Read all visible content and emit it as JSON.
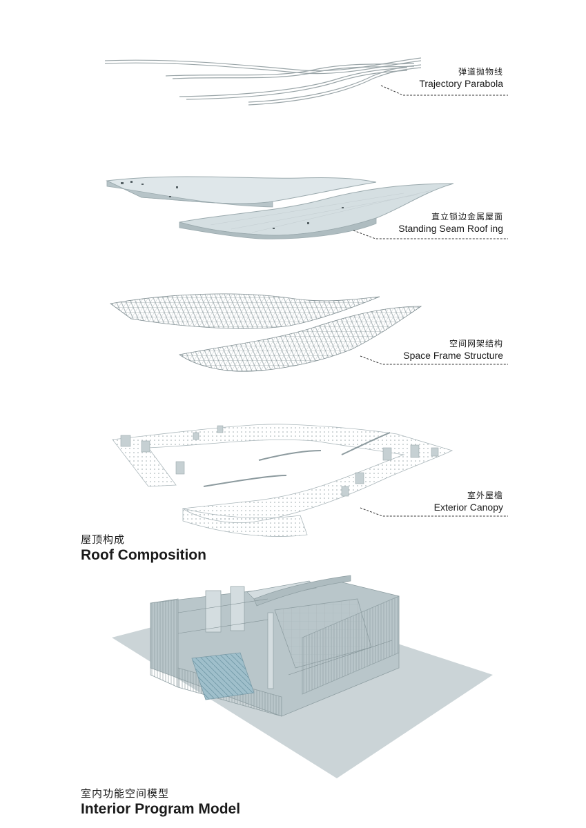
{
  "layers": [
    {
      "id": "trajectory",
      "cn": "弹道抛物线",
      "en": "Trajectory Parabola"
    },
    {
      "id": "roof",
      "cn": "直立锁边金属屋面",
      "en": "Standing Seam Roof ing"
    },
    {
      "id": "frame",
      "cn": "空间网架结构",
      "en": "Space Frame Structure"
    },
    {
      "id": "canopy",
      "cn": "室外屋檐",
      "en": "Exterior Canopy"
    }
  ],
  "sections": {
    "roof_composition": {
      "cn": "屋顶构成",
      "en": "Roof Composition"
    },
    "interior_model": {
      "cn": "室内功能空间模型",
      "en": "Interior Program Model"
    }
  },
  "colors": {
    "roof": "#cfd9dc",
    "roof_edge": "#9aa9ad",
    "frame": "#8c9a9e",
    "glass": "#b9c8cc",
    "pool": "#8fb3c0",
    "leader": "#333333"
  }
}
